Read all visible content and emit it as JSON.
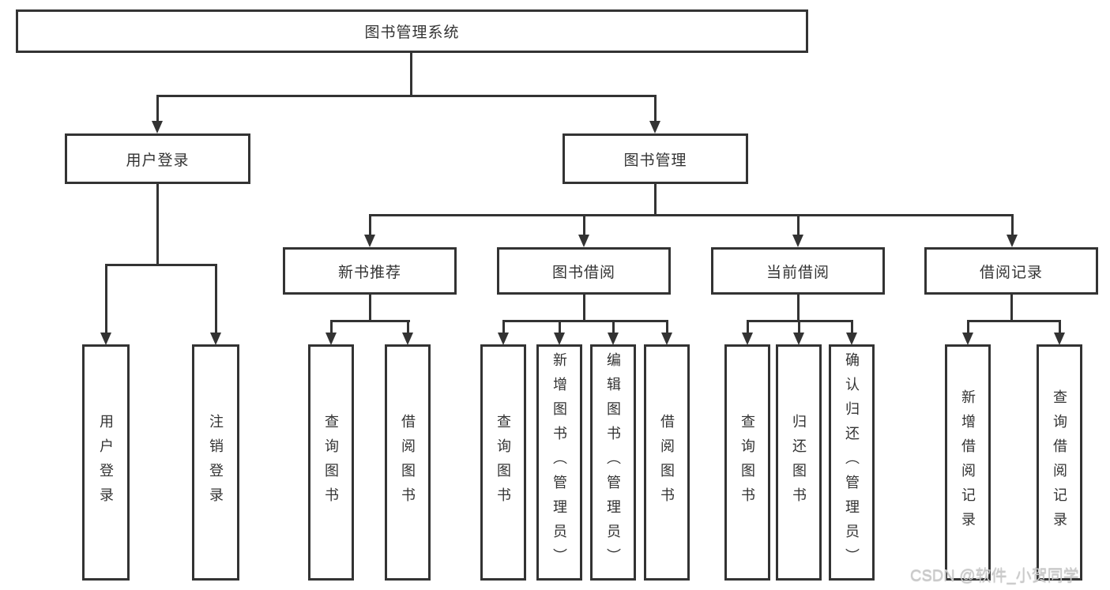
{
  "nodes": {
    "root": "图书管理系统",
    "user_login": "用户登录",
    "book_mgmt": "图书管理",
    "new_books": "新书推荐",
    "book_borrow": "图书借阅",
    "current_borrow": "当前借阅",
    "borrow_records": "借阅记录",
    "user_login_children": [
      "用户登录",
      "注销登录"
    ],
    "new_books_children": [
      "查询图书",
      "借阅图书"
    ],
    "book_borrow_children": [
      "查询图书",
      "新增图书（管理员）",
      "编辑图书（管理员）",
      "借阅图书"
    ],
    "current_borrow_children": [
      "查询图书",
      "归还图书",
      "确认归还（管理员）"
    ],
    "borrow_records_children": [
      "新增借阅记录",
      "查询借阅记录"
    ]
  },
  "watermark": "CSDN @软件_小贺同学",
  "colors": {
    "line": "#333333",
    "text": "#333333",
    "background": "#ffffff",
    "watermark": "#cbcbcb"
  }
}
